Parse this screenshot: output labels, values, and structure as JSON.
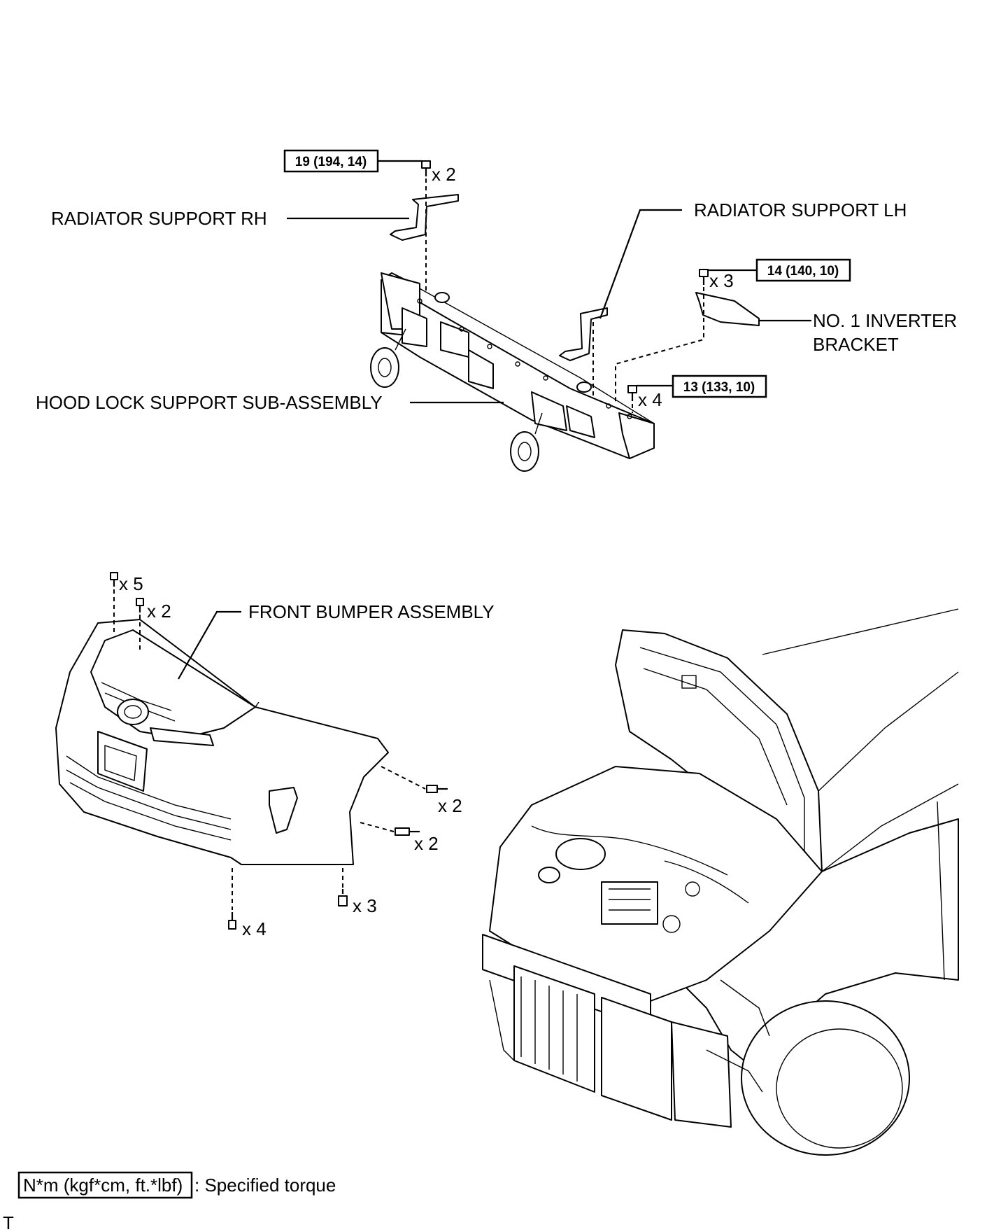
{
  "callouts": {
    "radiator_support_rh": "RADIATOR SUPPORT RH",
    "radiator_support_lh": "RADIATOR SUPPORT LH",
    "inverter_bracket_line1": "NO. 1 INVERTER",
    "inverter_bracket_line2": "BRACKET",
    "hood_lock_support": "HOOD LOCK SUPPORT SUB-ASSEMBLY",
    "front_bumper": "FRONT BUMPER ASSEMBLY"
  },
  "torques": {
    "rh_support_bolt": "19 (194, 14)",
    "inverter_bracket_bolt": "14 (140, 10)",
    "lh_support_bolt": "13 (133, 10)"
  },
  "quantities": {
    "rh_support_bolt": "x 2",
    "inverter_bracket_bolt": "x 3",
    "lh_support_bolt": "x 4",
    "bumper_top_screw": "x 5",
    "bumper_top_clip": "x 2",
    "bumper_side_screw": "x 2",
    "bumper_side_bolt": "x 2",
    "bumper_bottom_clip": "x 3",
    "bumper_bottom_screw": "x 4"
  },
  "legend": {
    "unit": "N*m (kgf*cm, ft.*lbf)",
    "description": ": Specified torque"
  },
  "corner_mark": "T"
}
